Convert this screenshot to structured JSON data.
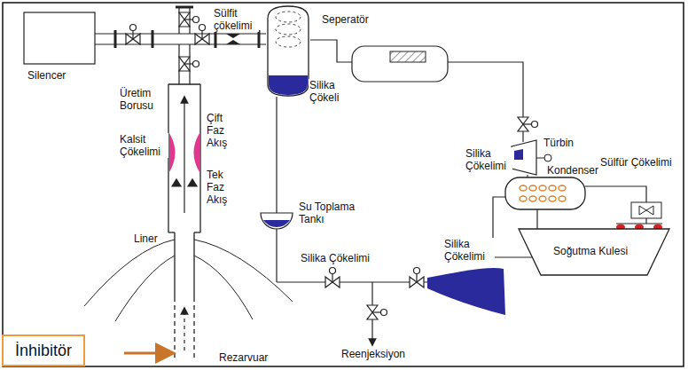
{
  "diagram": {
    "nodes": [
      {
        "text": [
          "Seperatör",
          "Silika Çökeli"
        ]
      },
      {
        "text": [
          "Kondenser"
        ]
      },
      {
        "text": [
          "Soğutma Kulesi"
        ]
      },
      {
        "text": [
          "İnhibitör"
        ]
      }
    ],
    "edges": [
      {
        "from": 1,
        "to": 2,
        "arrow": "none"
      }
    ],
    "labels": [
      "Silencer",
      "Sülfit çökelimi",
      "Üretim Borusu",
      "Çift Faz Akış",
      "Kalsit Çökelimi",
      "Tek Faz Akış",
      "Liner",
      "Rezarvuar",
      "Su Toplama Tankı",
      "Silika Çökelimi",
      "Silika Çökelimi",
      "Reenjeksiyon",
      "Türbin",
      "Silika Çökelimi",
      "Sülfür Çökelimi"
    ]
  }
}
